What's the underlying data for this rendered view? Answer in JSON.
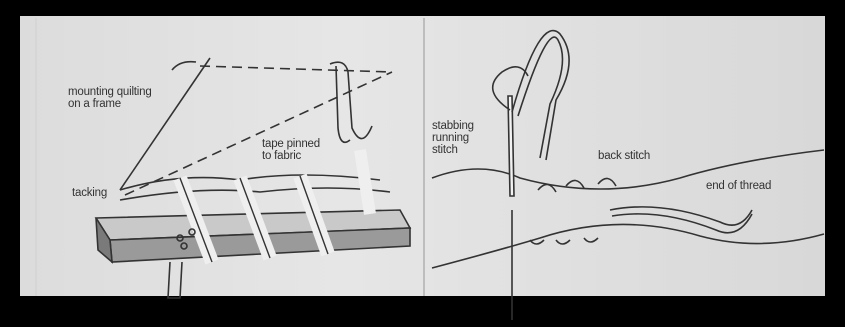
{
  "left_panel": {
    "mounting_label": "mounting quilting\non a frame",
    "tape_label": "tape pinned\nto fabric",
    "tacking_label": "tacking"
  },
  "right_panel": {
    "stabbing_label": "stabbing\nrunning\nstitch",
    "back_stitch_label": "back stitch",
    "end_thread_label": "end of thread"
  },
  "colors": {
    "background": "#000000",
    "paper": "#e0e0e0",
    "ink": "#333333"
  }
}
